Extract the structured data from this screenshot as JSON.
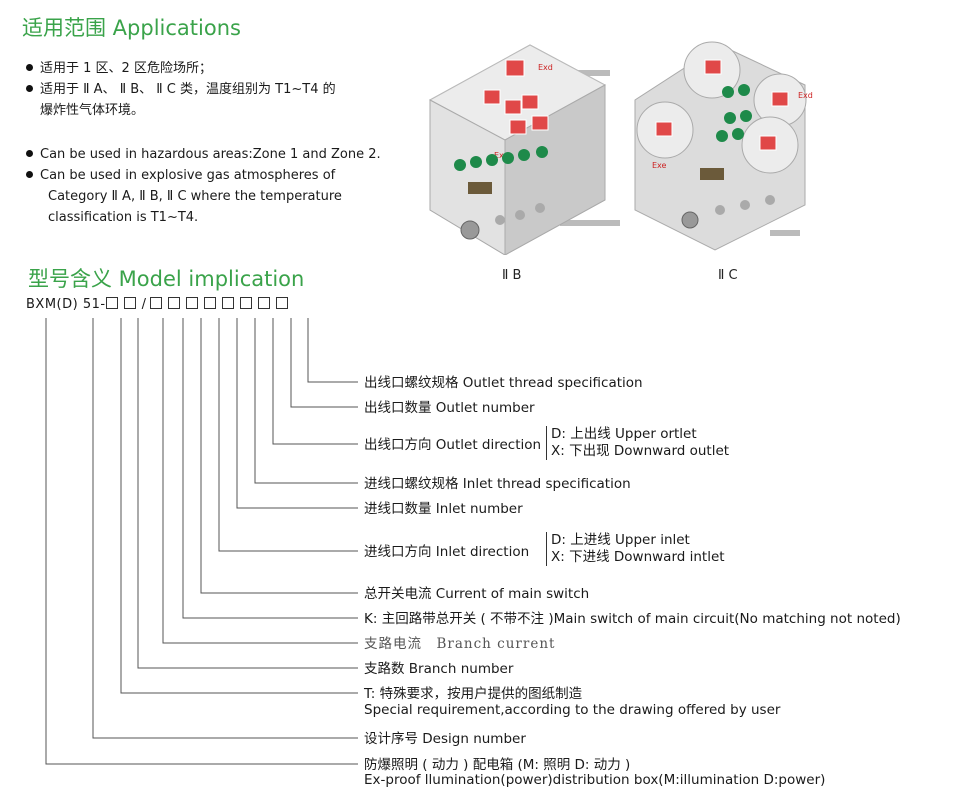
{
  "applications": {
    "heading": "适用范围 Applications",
    "cn_lines": [
      "适用于 1 区、2 区危险场所；",
      "适用于 Ⅱ A、 Ⅱ B、 Ⅱ C 类，温度组别为 T1~T4 的",
      "爆炸性气体环境。"
    ],
    "en_lines": [
      "Can be used in hazardous areas:Zone 1 and Zone 2.",
      "Can be used in explosive gas atmospheres of",
      "Category Ⅱ A, Ⅱ B, Ⅱ C where the temperature",
      "classification is T1~T4."
    ]
  },
  "products": [
    {
      "caption": "Ⅱ B",
      "mark_exd": "Exd",
      "mark_exe": "Exe"
    },
    {
      "caption": "Ⅱ C",
      "mark_exd": "Exd",
      "mark_exe": "Exe"
    }
  ],
  "model": {
    "heading": "型号含义 Model implication",
    "code_prefix": "BXM(D)  51-",
    "code_slash": "/",
    "labels": [
      "出线口螺纹规格 Outlet thread specification",
      "出线口数量 Outlet number",
      "出线口方向 Outlet direction",
      "进线口螺纹规格 Inlet thread specification",
      "进线口数量 Inlet number",
      "进线口方向 Inlet direction",
      "总开关电流 Current of main switch",
      "K: 主回路带总开关 ( 不带不注 )Main switch of main circuit(No matching not noted)",
      "支路电流　Branch current",
      "支路数 Branch number",
      "T: 特殊要求，按用户提供的图纸制造",
      "Special requirement,according to the drawing offered by user",
      "设计序号 Design number",
      "防爆照明 ( 动力 ) 配电箱 (M: 照明 D: 动力 )",
      "Ex-proof llumination(power)distribution box(M:illumination D:power)"
    ],
    "outlet_sub": [
      "D: 上出线 Upper ortlet",
      "X: 下出现 Downward outlet"
    ],
    "inlet_sub": [
      "D: 上进线 Upper inlet",
      "X: 下进线 Downward intlet"
    ]
  },
  "colors": {
    "heading": "#3aa34a",
    "line": "#555555"
  }
}
